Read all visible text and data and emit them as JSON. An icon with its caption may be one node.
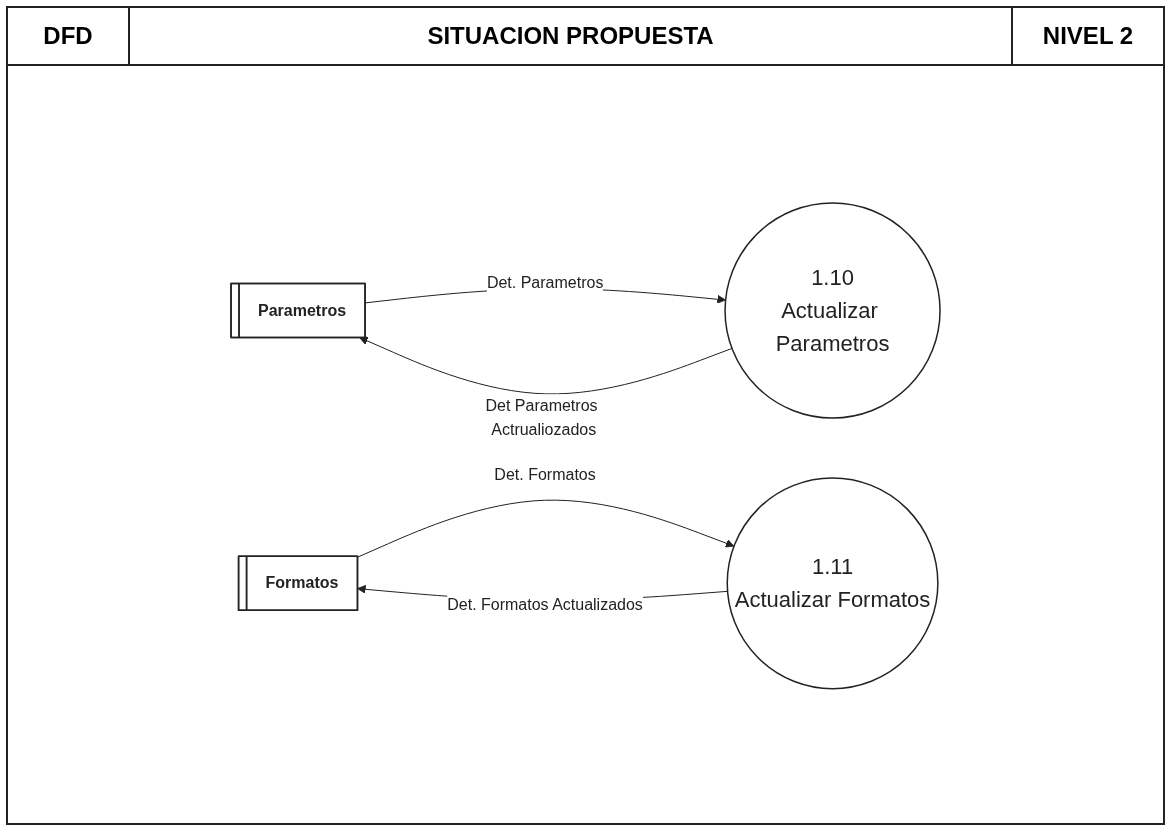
{
  "diagram": {
    "title": "SITUACION PROPUESTA",
    "nodes": [
      {
        "text": [
          "Parametros"
        ]
      },
      {
        "text": [
          "1.10",
          "Actualizar Parametros"
        ]
      },
      {
        "text": [
          "Formatos"
        ]
      },
      {
        "text": [
          "1.11",
          "Actualizar Formatos"
        ]
      }
    ],
    "edges": [
      {
        "from": 0,
        "to": 1,
        "arrow": "to",
        "label": "Det. Parametros"
      },
      {
        "from": 1,
        "to": 0,
        "arrow": "to",
        "label": "Det Parametros Actrualiozados"
      },
      {
        "from": 2,
        "to": 3,
        "arrow": "to",
        "label": "Det. Formatos"
      },
      {
        "from": 3,
        "to": 2,
        "arrow": "to",
        "label": "Det. Formatos Actualizados"
      }
    ],
    "labels": [
      "DFD",
      "NIVEL 2"
    ]
  }
}
